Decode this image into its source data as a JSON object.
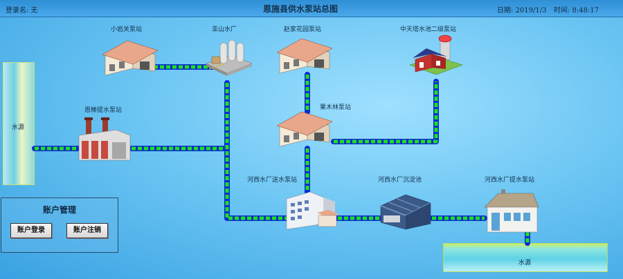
{
  "header": {
    "login_label": "登录名: 无",
    "title": "恩施县供水泵站总图",
    "date": "日期: 2019/1/3",
    "time": "时间: 8:48:17"
  },
  "stations": {
    "xiaoyanguan": "小岩关泵站",
    "waterworks_top": "亚山水厂",
    "zhaojia": "赵家花园泵站",
    "zhongtianta": "中天塔水池二级泵站",
    "siwei": "恩棒提水泵站",
    "guomulin": "果木林泵站",
    "hexi_send": "河西水厂送水泵站",
    "hexi_sediment": "河西水厂沉淀池",
    "hexi_lift": "河西水厂提水泵站"
  },
  "water_sources": {
    "left": "水源",
    "bottom": "水源"
  },
  "account_panel": {
    "title": "账户管理",
    "login_button": "账户登录",
    "logout_button": "账户注销"
  },
  "colors": {
    "pipe_outer": "#0a2bd6",
    "pipe_inner": "#1fe01f",
    "background": "#6cc6f3"
  }
}
